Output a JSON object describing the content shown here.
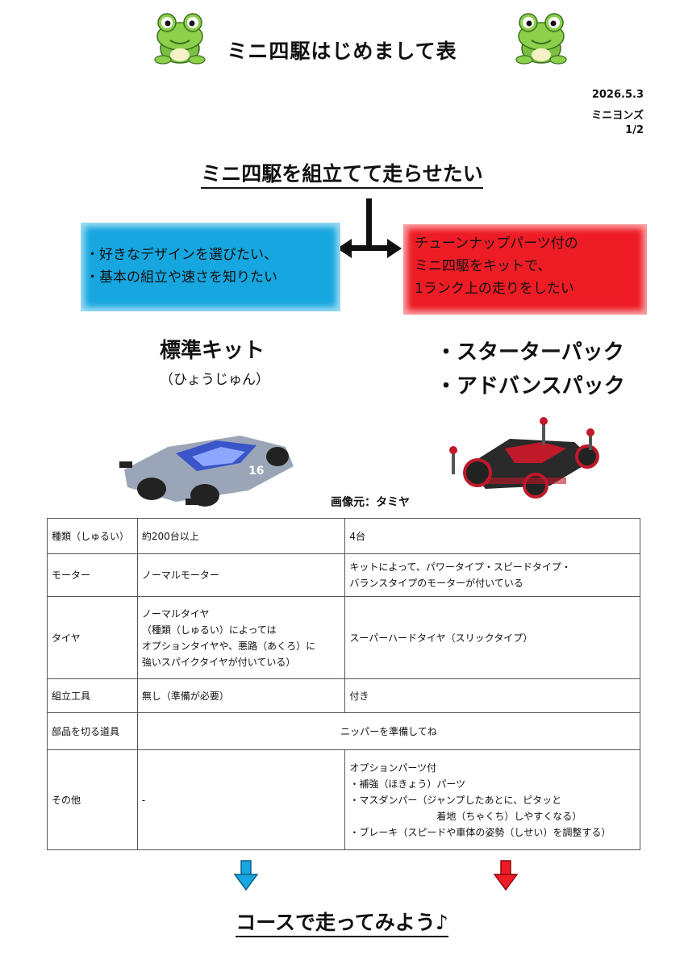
{
  "header": {
    "title": "ミニ四駆はじめまして表",
    "date": "2026.5.3",
    "team": "ミニヨンズ",
    "page": "1/2"
  },
  "subtitle": "ミニ四駆を組立てて走らせたい",
  "left_box": {
    "lines": [
      "・好きなデザインを選びたい、",
      "・基本の組立や速さを知りたい"
    ],
    "color": "#16a7e0"
  },
  "right_box": {
    "lines": [
      "チューンナップパーツ付の",
      "ミニ四駆をキットで、",
      "1ランク上の走りをしたい"
    ],
    "color": "#ee1c25"
  },
  "left_heading": {
    "title": "標準キット",
    "reading": "（ひょうじゅん）"
  },
  "right_heading": {
    "items": [
      "・スターターパック",
      "・アドバンスパック"
    ]
  },
  "image_credit": "画像元：タミヤ",
  "table": {
    "rows": [
      {
        "label": "種類（しゅるい）",
        "standard": [
          "約200台以上"
        ],
        "pack": [
          "4台"
        ]
      },
      {
        "label": "モーター",
        "standard": [
          "ノーマルモーター"
        ],
        "pack": [
          "キットによって、パワータイプ・スピードタイプ・",
          "バランスタイプのモーターが付いている"
        ]
      },
      {
        "label": "タイヤ",
        "standard": [
          "ノーマルタイヤ",
          "（種類（しゅるい）によっては",
          "オプションタイヤや、悪路（あくろ）に",
          "強いスパイクタイヤが付いている）"
        ],
        "pack": [
          "スーパーハードタイヤ（スリックタイプ）"
        ]
      },
      {
        "label": "組立工具",
        "standard": [
          "無し（準備が必要）"
        ],
        "pack": [
          "付き"
        ]
      },
      {
        "label": "部品を切る道具",
        "merged": "ニッパーを準備してね"
      },
      {
        "label": "その他",
        "standard": [
          "-"
        ],
        "pack": [
          "オプションパーツ付",
          "・補強（ほきょう）パーツ",
          "・マスダンパー（ジャンプしたあとに、ピタッと",
          "着地（ちゃくち）しやすくなる）",
          "・ブレーキ（スピードや車体の姿勢（しせい）を調整する）"
        ]
      }
    ]
  },
  "footer": "コースで走ってみよう♪",
  "colors": {
    "blue": "#16a7e0",
    "red": "#ee1c25",
    "frog": "#7bc043"
  }
}
